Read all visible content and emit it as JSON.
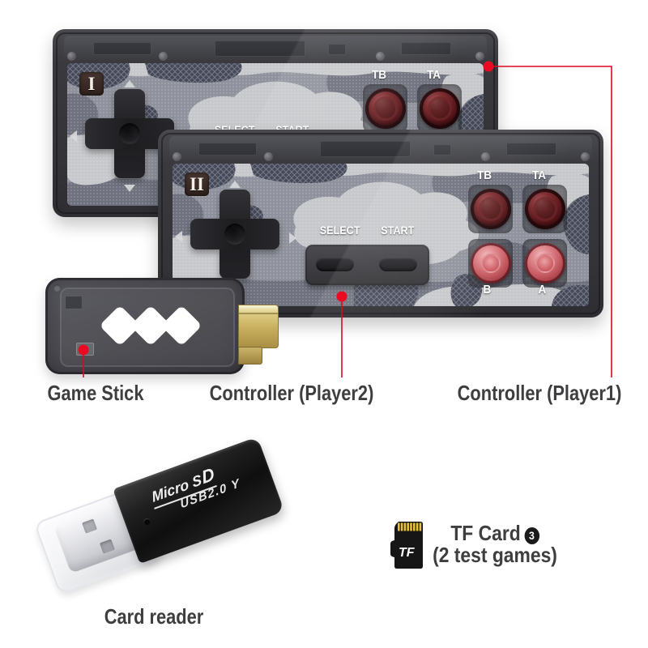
{
  "page": {
    "background": "#ffffff"
  },
  "colors": {
    "annotation_red": "#da0920",
    "caption_text": "#3e3e40",
    "camo_light": "#c7c8cb",
    "camo_base": "#8f929c",
    "camo_dark_lattice": "#464a58",
    "button_red_bright": "#cc6169",
    "button_red_dark": "#521418",
    "hdmi_gold": "#c7ae5e",
    "tf_contact_yellow": "#e8c23a"
  },
  "controllers": {
    "player1": {
      "badge": "I"
    },
    "player2": {
      "badge": "II"
    },
    "shared_labels": {
      "turbo_b": "TB",
      "turbo_a": "TA",
      "select": "SELECT",
      "start": "START",
      "b": "B",
      "a": "A"
    }
  },
  "annotations": {
    "game_stick": {
      "label": "Game Stick"
    },
    "controller_player2": {
      "label": "Controller (Player2)"
    },
    "controller_player1": {
      "label": "Controller (Player1)"
    },
    "card_reader": {
      "label": "Card reader"
    },
    "tf_card": {
      "label": "TF Card",
      "badge_number": "3",
      "subtitle": "(2 test games)"
    }
  },
  "card_reader_device": {
    "brand": "Micro S",
    "brand_logo_letter": "D",
    "model": "USB2.0 Y"
  },
  "tf_card_icon": {
    "label": "TF"
  }
}
